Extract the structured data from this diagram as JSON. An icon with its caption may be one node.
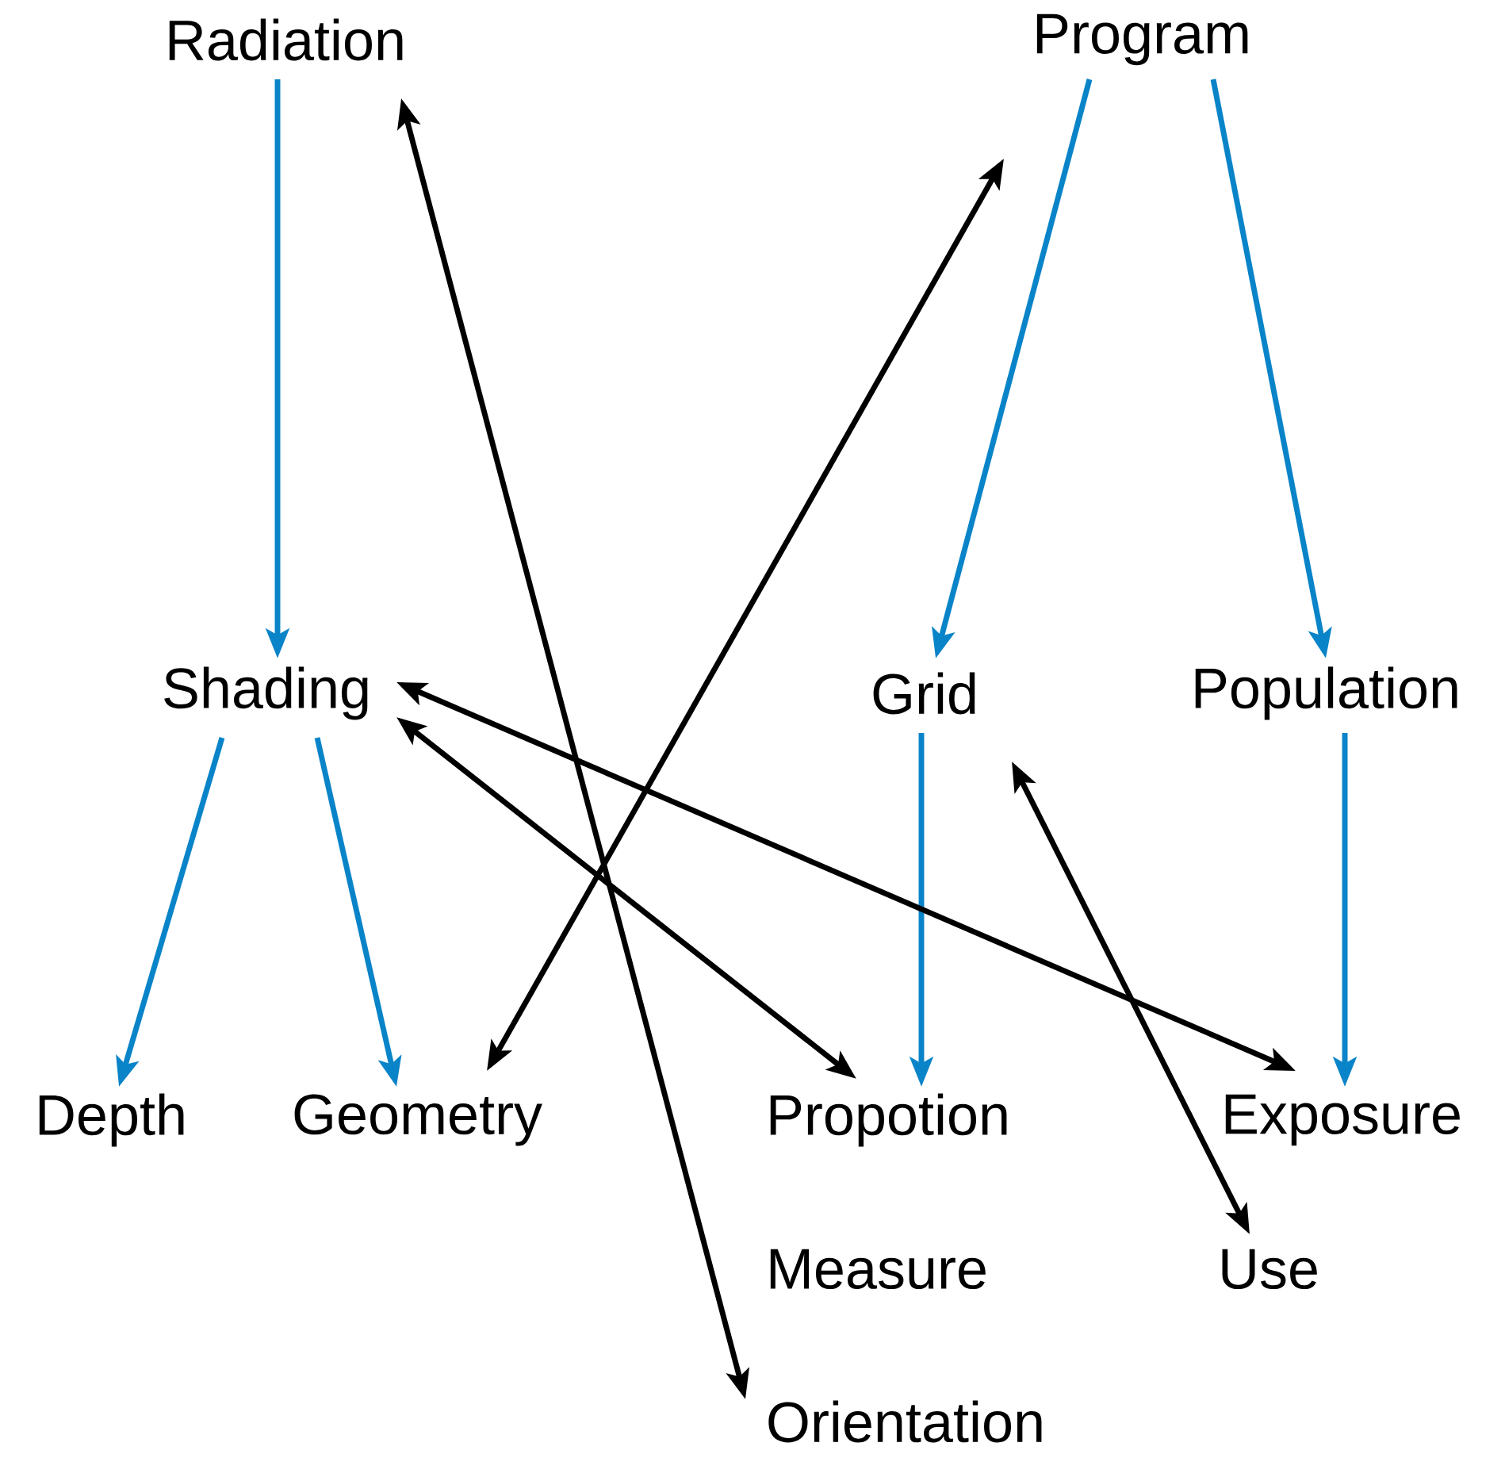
{
  "diagram": {
    "nodes": [
      {
        "text": [
          "Radiation"
        ]
      },
      {
        "text": [
          "Program"
        ]
      },
      {
        "text": [
          "Shading"
        ]
      },
      {
        "text": [
          "Grid"
        ]
      },
      {
        "text": [
          "Population"
        ]
      },
      {
        "text": [
          "Depth"
        ]
      },
      {
        "text": [
          "Geometry"
        ]
      },
      {
        "text": [
          "Propotion"
        ]
      },
      {
        "text": [
          "Exposure"
        ]
      },
      {
        "text": [
          "Use"
        ]
      },
      {
        "text": [
          "Orientation"
        ]
      }
    ],
    "edges": [
      {
        "from": 0,
        "to": 2,
        "arrow": "to"
      },
      {
        "from": 1,
        "to": 3,
        "arrow": "to"
      },
      {
        "from": 1,
        "to": 4,
        "arrow": "to"
      },
      {
        "from": 2,
        "to": 5,
        "arrow": "to"
      },
      {
        "from": 2,
        "to": 6,
        "arrow": "to"
      },
      {
        "from": 3,
        "to": 7,
        "arrow": "to"
      },
      {
        "from": 4,
        "to": 8,
        "arrow": "to"
      },
      {
        "from": 0,
        "to": 10,
        "arrow": "both",
        "color": "#000000"
      },
      {
        "from": 1,
        "to": 6,
        "arrow": "both",
        "color": "#000000"
      },
      {
        "from": 2,
        "to": 7,
        "arrow": "both",
        "color": "#000000"
      },
      {
        "from": 2,
        "to": 8,
        "arrow": "both",
        "color": "#000000"
      },
      {
        "from": 3,
        "to": 9,
        "arrow": "both",
        "color": "#000000"
      }
    ],
    "labels": [
      "Measure"
    ]
  }
}
